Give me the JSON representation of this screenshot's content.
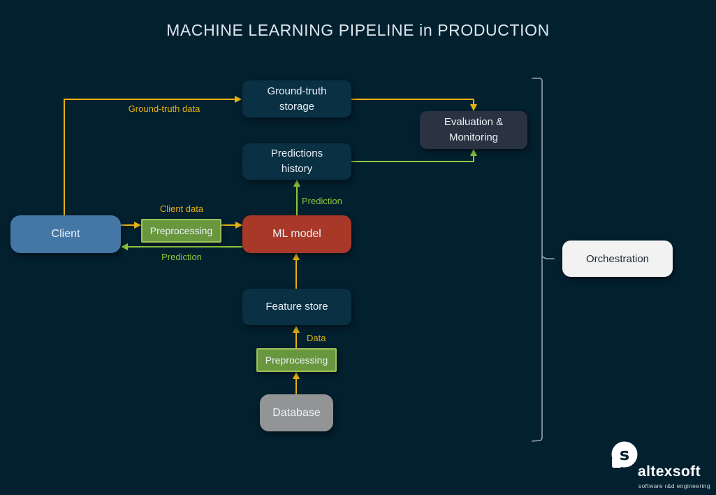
{
  "title": "MACHINE LEARNING PIPELINE in PRODUCTION",
  "nodes": {
    "ground_truth_storage": {
      "label": "Ground-truth storage"
    },
    "predictions_history": {
      "label": "Predictions history"
    },
    "evaluation_monitoring": {
      "label": "Evaluation & Monitoring"
    },
    "client": {
      "label": "Client"
    },
    "preprocessing_client": {
      "label": "Preprocessing"
    },
    "ml_model": {
      "label": "ML model"
    },
    "feature_store": {
      "label": "Feature store"
    },
    "preprocessing_data": {
      "label": "Preprocessing"
    },
    "database": {
      "label": "Database"
    },
    "orchestration": {
      "label": "Orchestration"
    }
  },
  "edge_labels": {
    "ground_truth_data": "Ground-truth data",
    "client_data": "Client data",
    "prediction_to_client": "Prediction",
    "prediction_to_history": "Prediction",
    "data": "Data"
  },
  "edges": [
    {
      "from": "client",
      "to": "ground_truth_storage",
      "label": "Ground-truth data",
      "color": "yellow"
    },
    {
      "from": "ground_truth_storage",
      "to": "evaluation_monitoring",
      "label": "",
      "color": "yellow"
    },
    {
      "from": "predictions_history",
      "to": "evaluation_monitoring",
      "label": "",
      "color": "green"
    },
    {
      "from": "ml_model",
      "to": "predictions_history",
      "label": "Prediction",
      "color": "green"
    },
    {
      "from": "client",
      "to": "preprocessing_client",
      "label": "Client data",
      "color": "yellow"
    },
    {
      "from": "preprocessing_client",
      "to": "ml_model",
      "label": "",
      "color": "yellow"
    },
    {
      "from": "ml_model",
      "to": "client",
      "label": "Prediction",
      "color": "green"
    },
    {
      "from": "feature_store",
      "to": "ml_model",
      "label": "",
      "color": "yellow"
    },
    {
      "from": "preprocessing_data",
      "to": "feature_store",
      "label": "Data",
      "color": "yellow"
    },
    {
      "from": "database",
      "to": "preprocessing_data",
      "label": "",
      "color": "yellow"
    }
  ],
  "brace_groups": "orchestration",
  "colors": {
    "background": "#03202f",
    "navy_node": "#0a3044",
    "dark_node": "#2b3342",
    "blue_node": "#4577a6",
    "red_node": "#a83929",
    "green_node": "#68973e",
    "green_node_border": "#9dc05c",
    "gray_node": "#929496",
    "light_node": "#f2f2f2",
    "yellow": "#e5b110",
    "green": "#8cc83c",
    "brace": "#97a4b0"
  },
  "logo": {
    "brand": "altexsoft",
    "tagline": "software r&d engineering",
    "mark_letter": "s"
  }
}
